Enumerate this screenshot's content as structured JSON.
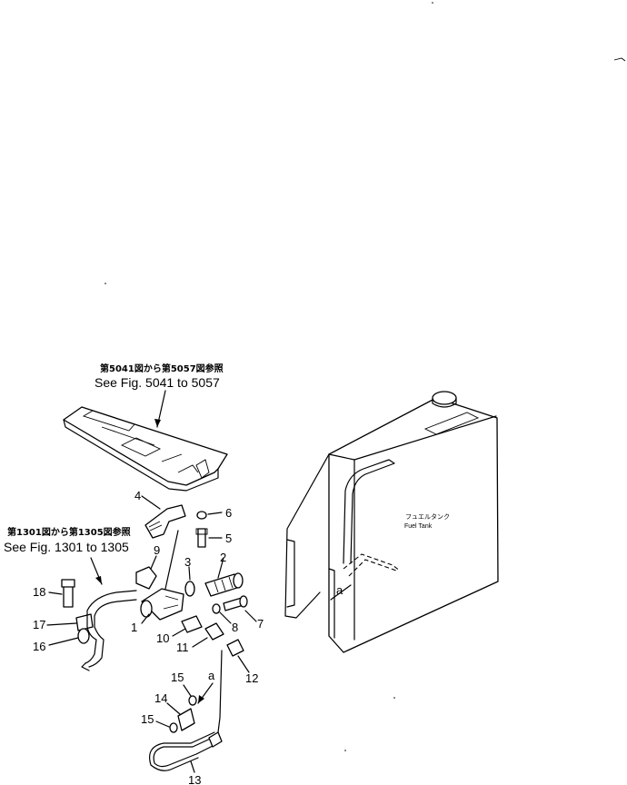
{
  "references": {
    "top_jp": "第5041図から第5057図参照",
    "top_en": "See Fig. 5041 to 5057",
    "left_jp": "第1301図から第1305図参照",
    "left_en": "See Fig. 1301 to 1305"
  },
  "tank": {
    "label_jp": "フュエルタンク",
    "label_en": "Fuel Tank"
  },
  "connection_marker": "a",
  "part_numbers": {
    "p1": "1",
    "p2": "2",
    "p3": "3",
    "p4": "4",
    "p5": "5",
    "p6": "6",
    "p7": "7",
    "p8": "8",
    "p9": "9",
    "p10": "10",
    "p11": "11",
    "p12": "12",
    "p13": "13",
    "p14": "14",
    "p15a": "15",
    "p15b": "15",
    "p16": "16",
    "p17": "17",
    "p18": "18"
  }
}
